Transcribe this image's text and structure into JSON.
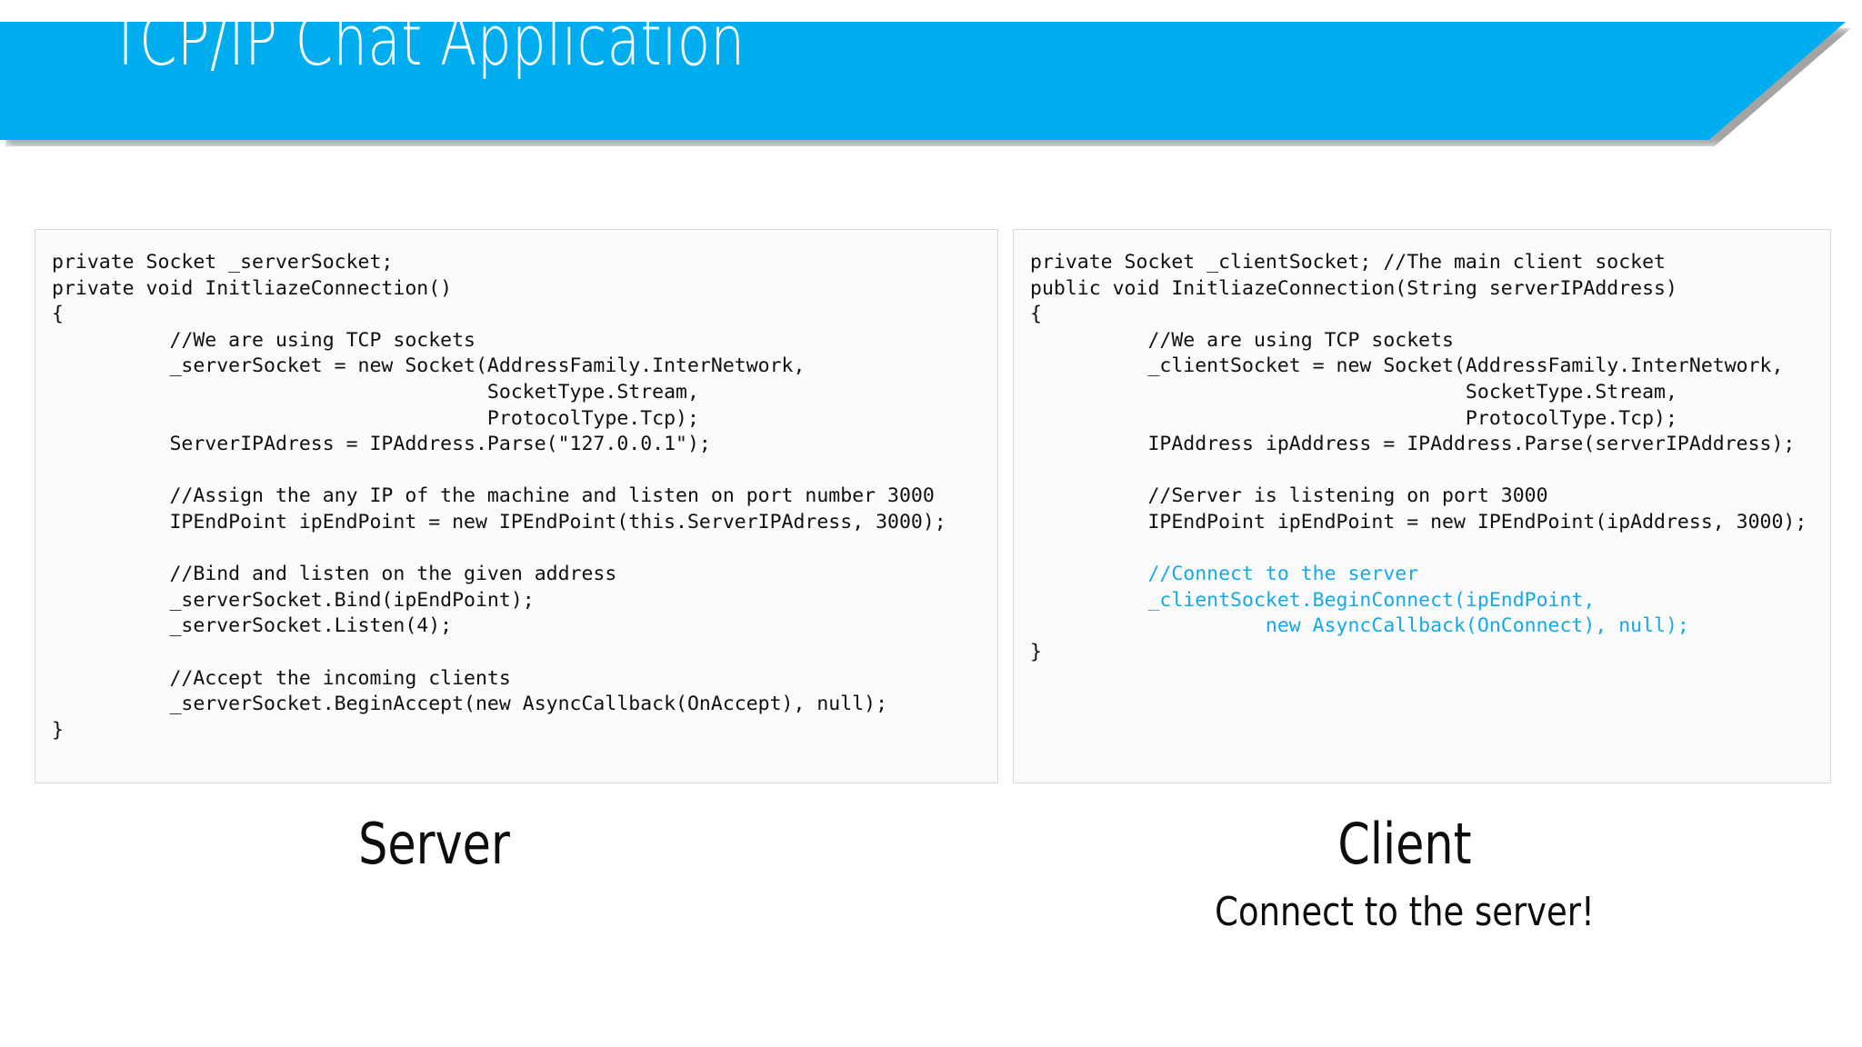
{
  "slide": {
    "title": "TCP/IP Chat Application",
    "banner_color": "#00AEEF",
    "background_color": "#FFFFFF"
  },
  "panels": {
    "server": {
      "caption": "Server",
      "code_color": "#101010",
      "lines": [
        "private Socket _serverSocket;",
        "private void InitliazeConnection()",
        "{",
        "          //We are using TCP sockets",
        "          _serverSocket = new Socket(AddressFamily.InterNetwork,",
        "                                     SocketType.Stream,",
        "                                     ProtocolType.Tcp);",
        "          ServerIPAdress = IPAddress.Parse(\"127.0.0.1\");",
        "",
        "          //Assign the any IP of the machine and listen on port number 3000",
        "          IPEndPoint ipEndPoint = new IPEndPoint(this.ServerIPAdress, 3000);",
        "",
        "          //Bind and listen on the given address",
        "          _serverSocket.Bind(ipEndPoint);",
        "          _serverSocket.Listen(4);",
        "",
        "          //Accept the incoming clients",
        "          _serverSocket.BeginAccept(new AsyncCallback(OnAccept), null);",
        "}"
      ]
    },
    "client": {
      "caption": "Client",
      "subcaption": "Connect to the server!",
      "code_color": "#101010",
      "accent_color": "#15A9E8",
      "lines": [
        {
          "text": "private Socket _clientSocket; //The main client socket",
          "accent": false
        },
        {
          "text": "public void InitliazeConnection(String serverIPAddress)",
          "accent": false
        },
        {
          "text": "{",
          "accent": false
        },
        {
          "text": "          //We are using TCP sockets",
          "accent": false
        },
        {
          "text": "          _clientSocket = new Socket(AddressFamily.InterNetwork,",
          "accent": false
        },
        {
          "text": "                                     SocketType.Stream,",
          "accent": false
        },
        {
          "text": "                                     ProtocolType.Tcp);",
          "accent": false
        },
        {
          "text": "          IPAddress ipAddress = IPAddress.Parse(serverIPAddress);",
          "accent": false
        },
        {
          "text": "",
          "accent": false
        },
        {
          "text": "          //Server is listening on port 3000",
          "accent": false
        },
        {
          "text": "          IPEndPoint ipEndPoint = new IPEndPoint(ipAddress, 3000);",
          "accent": false
        },
        {
          "text": "",
          "accent": false
        },
        {
          "text": "          //Connect to the server",
          "accent": true
        },
        {
          "text": "          _clientSocket.BeginConnect(ipEndPoint,",
          "accent": true
        },
        {
          "text": "                    new AsyncCallback(OnConnect), null);",
          "accent": true
        },
        {
          "text": "}",
          "accent": false
        }
      ]
    }
  }
}
